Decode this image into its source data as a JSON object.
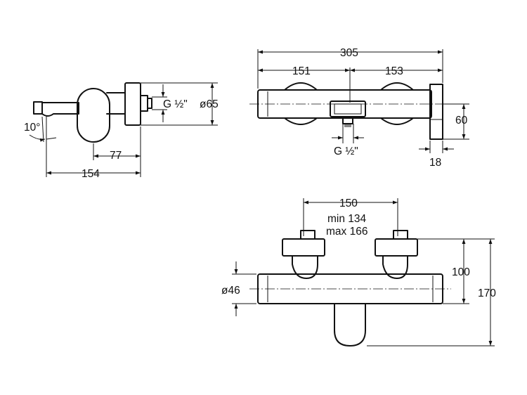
{
  "side_view": {
    "thread_label": "G ½\"",
    "diameter_label": "ø65",
    "angle_label": "10°",
    "depth_label": "77",
    "length_label": "154"
  },
  "top_view": {
    "overall_width_label": "305",
    "left_span_label": "151",
    "right_span_label": "153",
    "height_label": "60",
    "end_depth_label": "18",
    "thread_label": "G ½\""
  },
  "front_view": {
    "centers_label": "150",
    "min_label": "min 134",
    "max_label": "max 166",
    "height_label": "100",
    "diameter_label": "ø46",
    "overall_height_label": "170"
  },
  "colors": {
    "line": "#111111",
    "background": "#ffffff"
  }
}
